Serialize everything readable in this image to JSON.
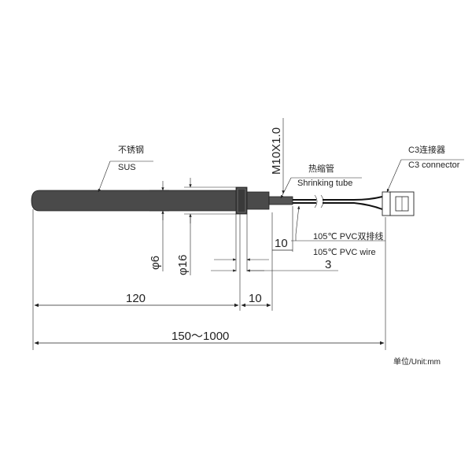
{
  "labels": {
    "material_cn": "不锈钢",
    "material_en": "SUS",
    "shrink_cn": "热缩管",
    "shrink_en": "Shrinking tube",
    "wire_cn": "105℃ PVC双排线",
    "wire_en": "105℃ PVC wire",
    "connector_cn": "C3连接器",
    "connector_en": "C3 connector",
    "unit": "单位/Unit:mm"
  },
  "dimensions": {
    "probe_dia": "φ6",
    "flange_dia": "φ16",
    "thread": "M10X1.0",
    "probe_length": "120",
    "flange_length": "10",
    "tube_length": "10",
    "flange_thickness": "3",
    "total_length": "150～1000"
  },
  "colors": {
    "probe": "#4a4a4a",
    "line": "#222222",
    "background": "#ffffff"
  }
}
